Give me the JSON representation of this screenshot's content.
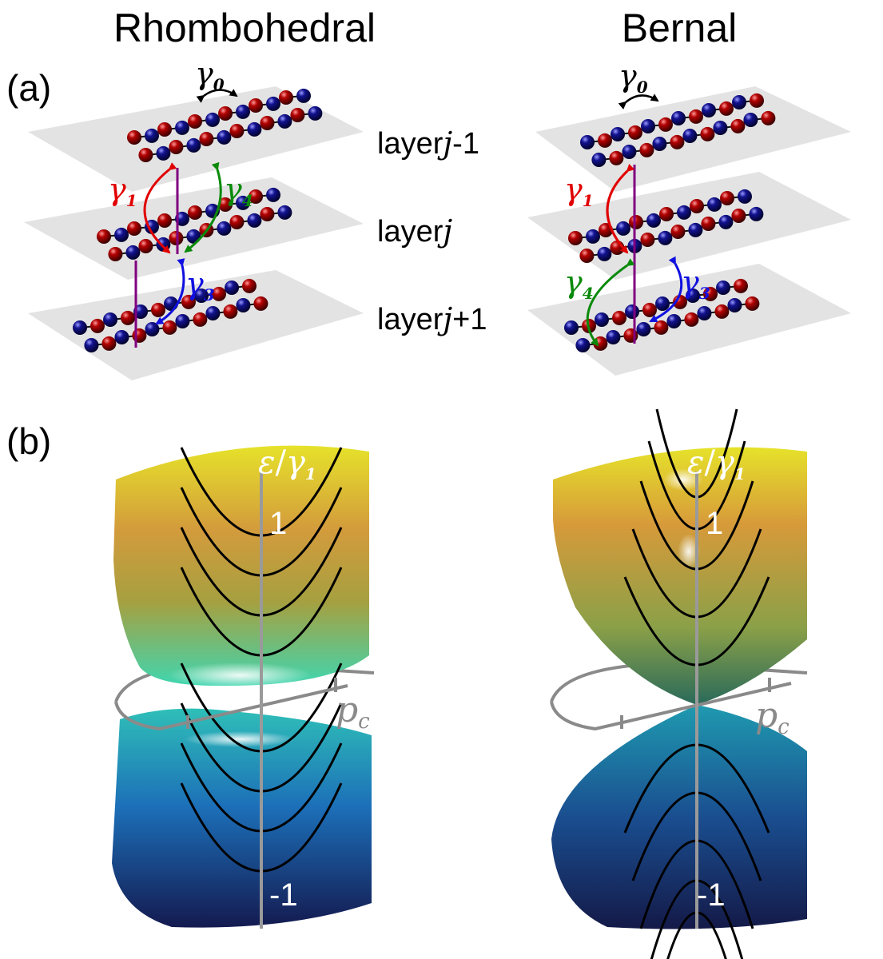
{
  "titles": {
    "left": "Rhombohedral",
    "right": "Bernal"
  },
  "panels": {
    "a": "(a)",
    "b": "(b)"
  },
  "layers": {
    "top": {
      "prefix": "layer",
      "index": "j",
      "suffix": "-1"
    },
    "mid": {
      "prefix": "layer",
      "index": "j",
      "suffix": ""
    },
    "bot": {
      "prefix": "layer",
      "index": "j",
      "suffix": "+1"
    }
  },
  "gamma": {
    "symbol": "γ",
    "g0": "0",
    "g1": "1",
    "g3": "3",
    "g4": "4"
  },
  "axis": {
    "eps": "ε",
    "slash": "/",
    "gamma": "γ",
    "sub": "1",
    "tick_pos": "1",
    "tick_neg": "-1",
    "pc": "p",
    "pc_sub": "c"
  },
  "colors": {
    "atom_a": "#8b0000",
    "atom_b": "#0a0a8c",
    "gamma1": "#e00000",
    "gamma3": "#1010e0",
    "gamma4": "#0a8a0a",
    "vertical_bond": "#800080",
    "plane": "#e3e3e3",
    "axis": "#8a8a8a"
  }
}
